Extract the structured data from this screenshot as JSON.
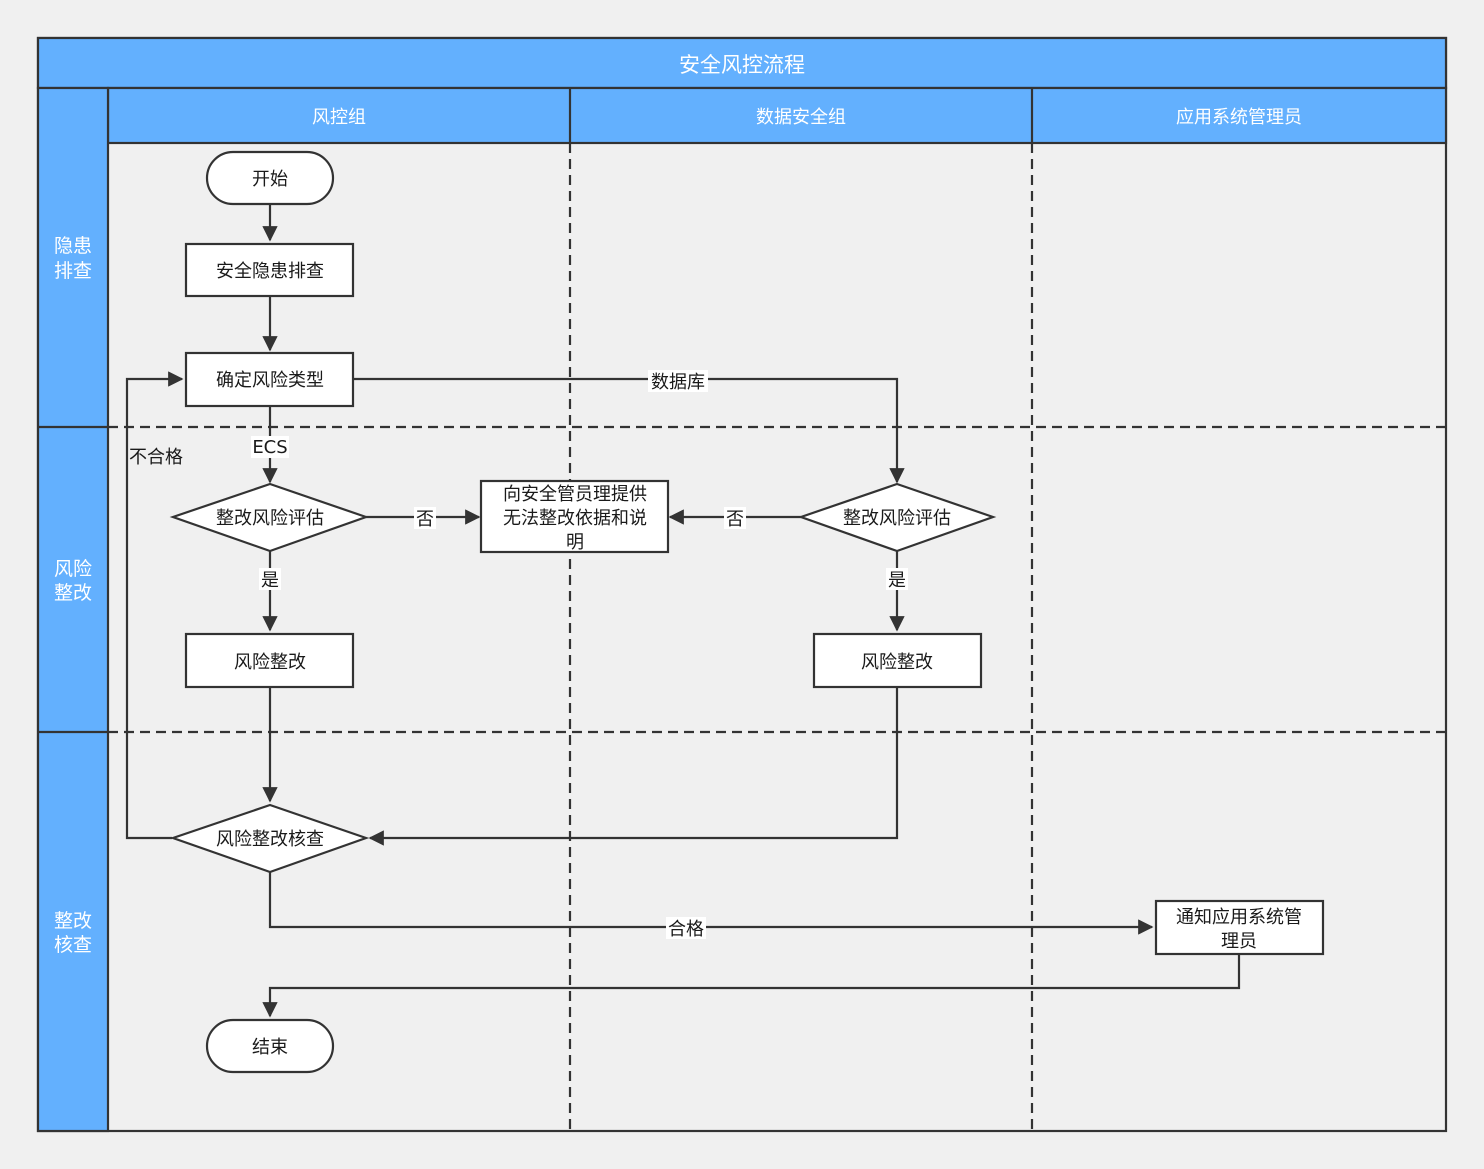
{
  "title": "安全风控流程",
  "colors": {
    "header_fill": "#63b0fe",
    "border": "#333333",
    "background": "#f0f0f0"
  },
  "columns": [
    "风控组",
    "数据安全组",
    "应用系统管理员"
  ],
  "rows": [
    {
      "line1": "隐患",
      "line2": "排查"
    },
    {
      "line1": "风险",
      "line2": "整改"
    },
    {
      "line1": "整改",
      "line2": "核查"
    }
  ],
  "nodes": {
    "start": "开始",
    "hazard_check": "安全隐患排查",
    "risk_type": "确定风险类型",
    "assess_left": "整改风险评估",
    "provide_basis_l1": "向安全管员理提供",
    "provide_basis_l2": "无法整改依据和说",
    "provide_basis_l3": "明",
    "assess_right": "整改风险评估",
    "fix_left": "风险整改",
    "fix_right": "风险整改",
    "review": "风险整改核查",
    "notify_l1": "通知应用系统管",
    "notify_l2": "理员",
    "end": "结束"
  },
  "edge_labels": {
    "ecs": "ECS",
    "database": "数据库",
    "no_left": "否",
    "no_right": "否",
    "yes_left": "是",
    "yes_right": "是",
    "fail": "不合格",
    "pass": "合格"
  }
}
